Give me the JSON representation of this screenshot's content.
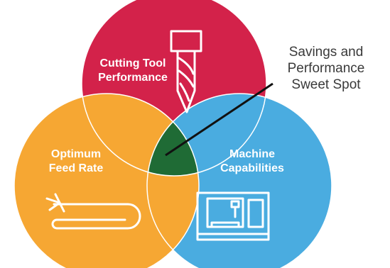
{
  "circles": {
    "top": {
      "label_line1": "Cutting Tool",
      "label_line2": "Performance",
      "color": "#d3224a",
      "icon": "end-mill-icon"
    },
    "left": {
      "label_line1": "Optimum",
      "label_line2": "Feed Rate",
      "color": "#f6a733",
      "icon": "feed-rate-icon"
    },
    "right": {
      "label_line1": "Machine",
      "label_line2": "Capabilities",
      "color": "#4aace0",
      "icon": "cnc-machine-icon"
    }
  },
  "overlap_colors": {
    "top_left": "#f6a733",
    "top_right": "#4aace0",
    "left_right": "#f6a733",
    "center": "#1f6b35"
  },
  "callout": {
    "line1": "Savings and",
    "line2": "Performance",
    "line3": "Sweet Spot"
  },
  "colors": {
    "icon_stroke": "#ffffff",
    "pointer": "#111111",
    "callout_text": "#3a3a3a"
  }
}
